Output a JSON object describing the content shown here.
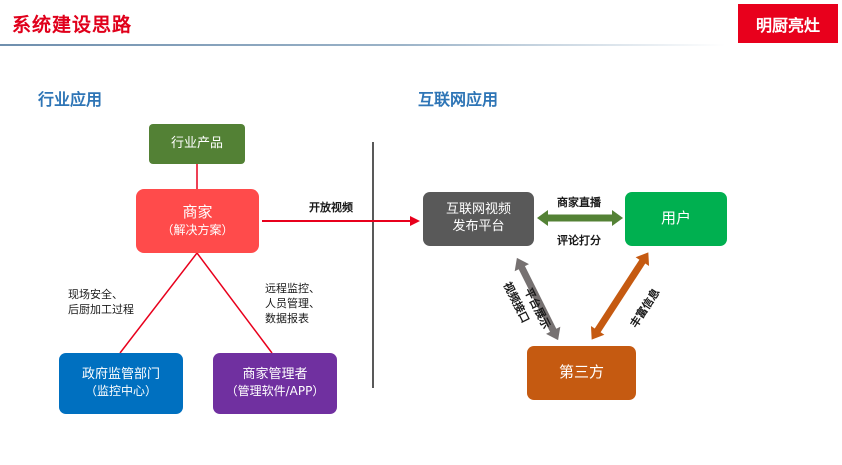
{
  "header": {
    "title": "系统建设思路",
    "brand": "明厨亮灶"
  },
  "sections": {
    "left": "行业应用",
    "right": "互联网应用"
  },
  "left": {
    "product": "行业产品",
    "merchant": {
      "title": "商家",
      "sub": "（解决方案）"
    },
    "gov": {
      "title": "政府监管部门",
      "sub": "（监控中心）"
    },
    "manager": {
      "title": "商家管理者",
      "sub": "（管理软件/APP）"
    },
    "label_gov": [
      "现场安全、",
      "后厨加工过程"
    ],
    "label_manager": [
      "远程监控、",
      "人员管理、",
      "数据报表"
    ]
  },
  "arrow_open_video": "开放视频",
  "right": {
    "platform": [
      "互联网视频",
      "发布平台"
    ],
    "user": "用户",
    "third": "第三方",
    "label_live": "商家直播",
    "label_comment": "评论打分",
    "label_display": "平台展示",
    "label_video_api": "视频接口",
    "label_enrich": "丰富信息"
  },
  "colors": {
    "red": "#e8001c",
    "product_green": "#538135",
    "merchant_red": "#ff4b4b",
    "gov_blue": "#0070c0",
    "manager_purple": "#7030a0",
    "platform_gray": "#595959",
    "user_green": "#00b050",
    "third_orange": "#c55a11",
    "arrow_green": "#548235",
    "arrow_gray": "#767171",
    "section_blue": "#2e75b6"
  }
}
